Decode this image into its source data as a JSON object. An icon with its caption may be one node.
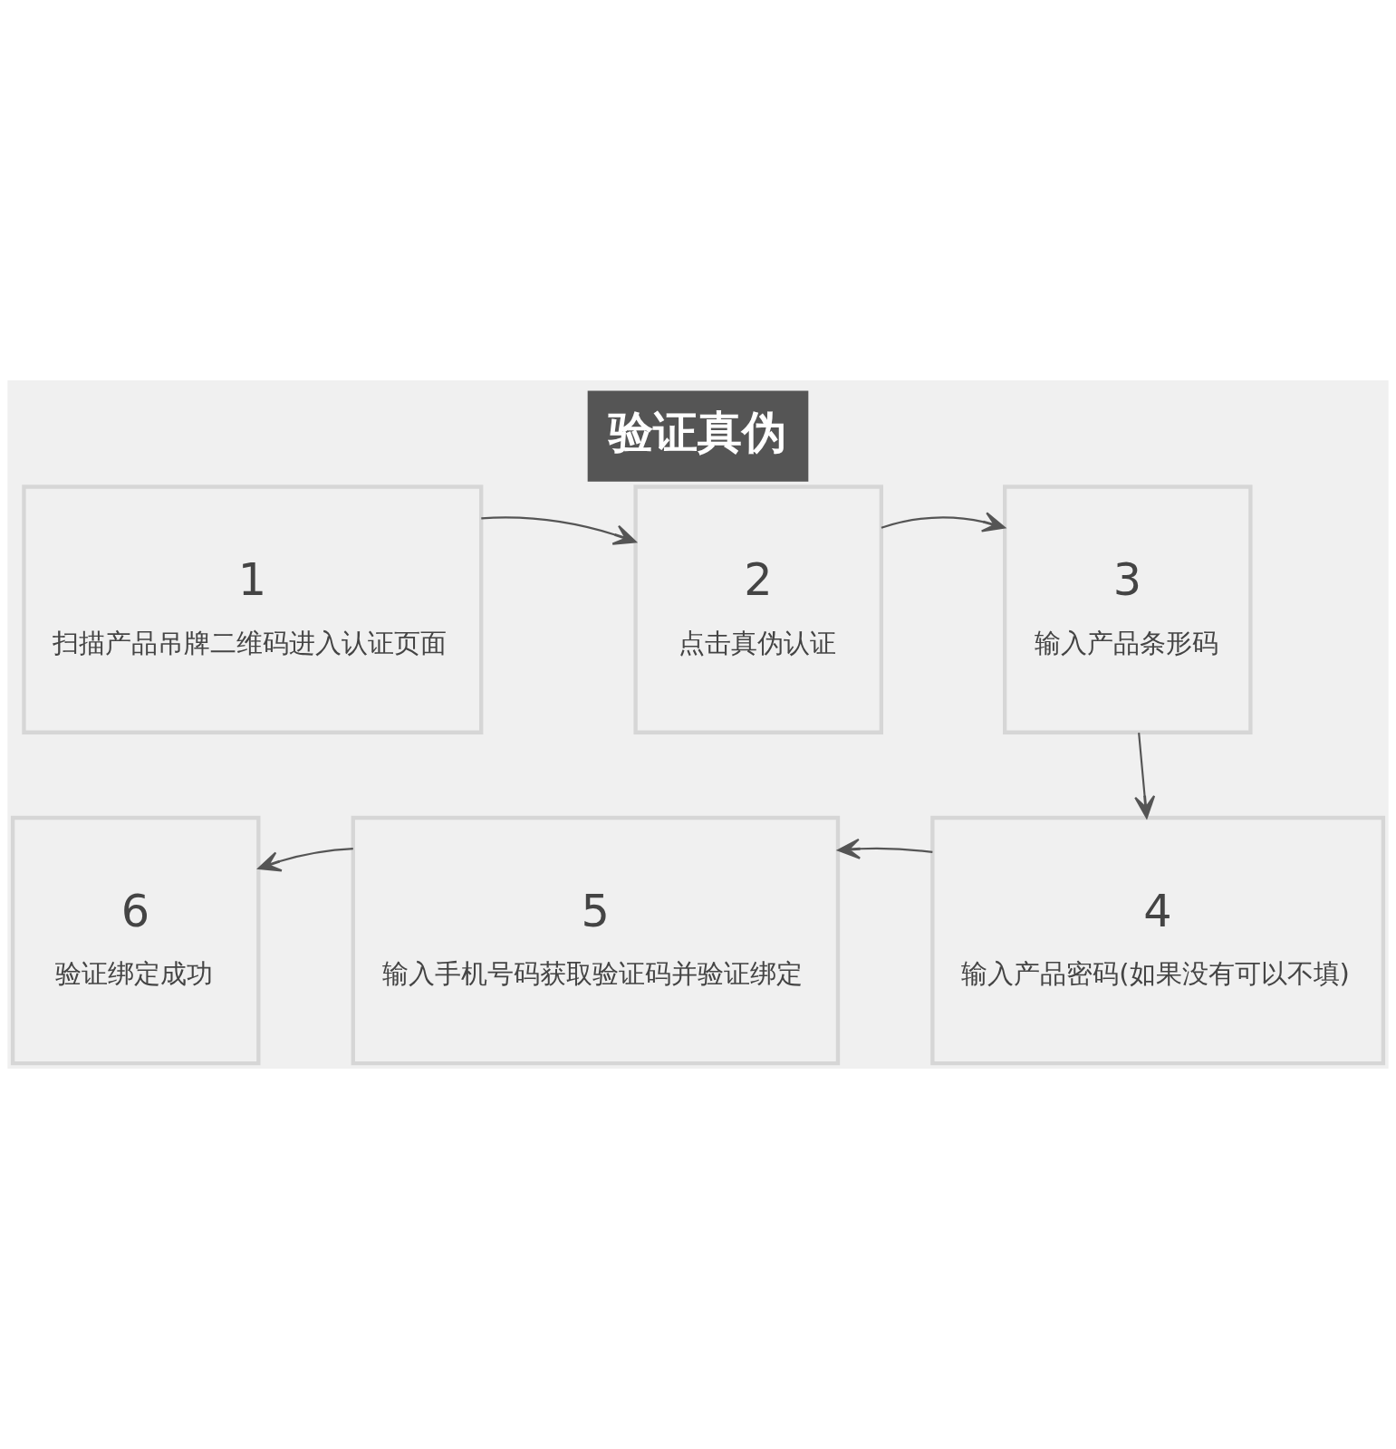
{
  "diagram": {
    "title": "验证真伪",
    "nodes": [
      {
        "text": [
          "1",
          "扫描产品吊牌二维码进入认证页面"
        ]
      },
      {
        "text": [
          "2",
          "点击真伪认证"
        ]
      },
      {
        "text": [
          "3",
          "输入产品条形码"
        ]
      },
      {
        "text": [
          "4",
          "输入产品密码(如果没有可以不填)"
        ]
      },
      {
        "text": [
          "5",
          "输入手机号码获取验证码并验证绑定"
        ]
      },
      {
        "text": [
          "6",
          "验证绑定成功"
        ]
      }
    ],
    "edges": [
      {
        "from": 0,
        "to": 1,
        "arrow": "to"
      },
      {
        "from": 1,
        "to": 2,
        "arrow": "to"
      },
      {
        "from": 2,
        "to": 3,
        "arrow": "to"
      },
      {
        "from": 3,
        "to": 4,
        "arrow": "to"
      },
      {
        "from": 4,
        "to": 5,
        "arrow": "to"
      }
    ]
  }
}
